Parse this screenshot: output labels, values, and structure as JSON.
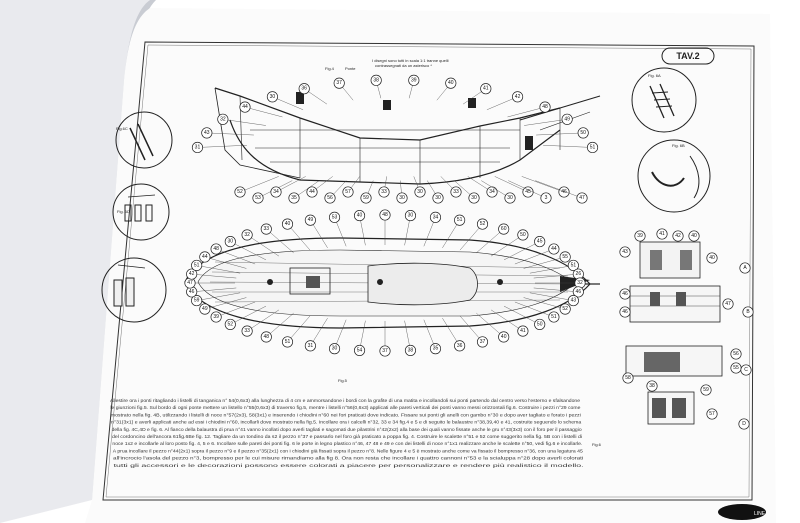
{
  "sheet": {
    "plate_label": "TAV.2",
    "header_note": [
      "I disegni sono tutti in scala 1:1 tranne quelli",
      "contrassegnati da un asterisco *"
    ],
    "brand_mark": "LINE"
  },
  "figures": {
    "fig4_title": "Fig.4",
    "fig4_subtitle": "Ponte",
    "fig5_title": "Fig.5",
    "fig6_title": "Fig.6",
    "fig6a_title": "Fig. 6A",
    "fig6b_title": "Fig. 6B",
    "fig6c_title": "Fig.6C",
    "fig6d_title": "Fig. 6D"
  },
  "callouts": {
    "side_view": [
      "31",
      "43",
      "32",
      "44",
      "30",
      "36",
      "37",
      "38",
      "39",
      "40",
      "41",
      "42",
      "48",
      "49",
      "50",
      "51",
      "52",
      "53",
      "34",
      "35",
      "44",
      "56",
      "57",
      "59",
      "33",
      "30",
      "30",
      "30",
      "33",
      "30",
      "34",
      "30",
      "45",
      "3",
      "46",
      "47"
    ],
    "deck_view": [
      "48",
      "30",
      "34",
      "51",
      "52",
      "60",
      "50",
      "45",
      "44",
      "55",
      "51",
      "26",
      "32",
      "46",
      "43",
      "52",
      "51",
      "50",
      "41",
      "40",
      "37",
      "36",
      "35",
      "38",
      "37",
      "54",
      "30",
      "31",
      "51",
      "48",
      "33",
      "52",
      "39",
      "49",
      "59",
      "46",
      "47",
      "42",
      "51",
      "44",
      "48",
      "30",
      "32",
      "33",
      "40",
      "49",
      "53",
      "40"
    ],
    "parts_view": [
      "39",
      "41",
      "42",
      "40",
      "43",
      "40",
      "46",
      "46",
      "47",
      "56",
      "55",
      "58",
      "59",
      "38",
      "57"
    ]
  },
  "section_letters": [
    "A",
    "B",
    "C",
    "D"
  ],
  "paragraph": [
    "Allestire ora i ponti ritagliando i listelli di tanganica n° 54(0,6x3) alla lunghezza di 4 cm e ammorsandone i bordi con la grafite di una matita e incollandoli sui ponti partendo dal centro verso l'esterno e sfalsandone",
    "le giunzioni fig.5. Sul bordo di ogni ponte mettere un listello n°55(0,6x3) di traverso fig.5, mentre i listelli n°56(0,6x3) applicati alle pareti verticali dei ponti vanno messi orizzontali fig.6. Costruire i pezzi n°29 come",
    "mostrato nella fig. 4B, utilizzando i listelli di noce n°57(2x3), 58(3x1) e inserendo i chiodini n°60 nei fori praticati dove indicato. Fissare sui ponti gli anelli con gambo n°30 e dopo aver tagliato e forato i pezzi",
    "n°31(3x1) e averli applicati anche ad essi i chiodini n°60, incollarli dove mostrato nella fig.5. Incollare ora i calcelli n°32, 33 e 34 fig.4 e 5 e di seguito le balaustre n°38,39,40 e 41, costruite seguendo lo schema",
    "della fig. 4C,4D e fig. 6. Al fianco della balaustra di prua n°41 vanno incollati dopo averli tagliati e sagomati due pilastrini n°42(2x2) alla base dei quali vanno fissate anche le gru n°43(3x3) con il foro per il passaggio",
    "del cordoncino dell'ancora 61fig.6Be fig. 12. Tagliare da un tondino da s2 il pezzo n°37 e passarlo nel foro già praticato a poppa fig. 4. Costruire le scalette n°51 e 52 come suggerito nella fig. 5B con i listelli di",
    "noce 1x2 e incollarle al loro posto fig. 4, 5 e 6. Incollare sulle pareti dei ponti fig. 6 le porte in legno plastico n°46, 47 48 e 49 e con dei listelli di noce n°1x1 realizzare anche le scalette n°50, vedi fig.6 e incollarle.",
    "A prua incollare il pezzo n°44(2x1) sopra il pezzo n°9 e il pezzo n°35(2x1) con i chiodini già fissati sopra il pezzo n°8. Nelle figure 4 e 5 è mostrato anche come va fissato il bompresso n°36, con una legatura 45",
    "all'incrocio l'asola del pezzo n°3, bompresso per le cui misure rimandiamo alla fig 8. Ora non resta che incollare i quattro cannoni n°53 e la scialuppa n°28 dopo averli colorati",
    "tutti gli accessori e le decorazioni possono essere colorati a piacere per personalizzare e rendere più realistico il modello."
  ]
}
